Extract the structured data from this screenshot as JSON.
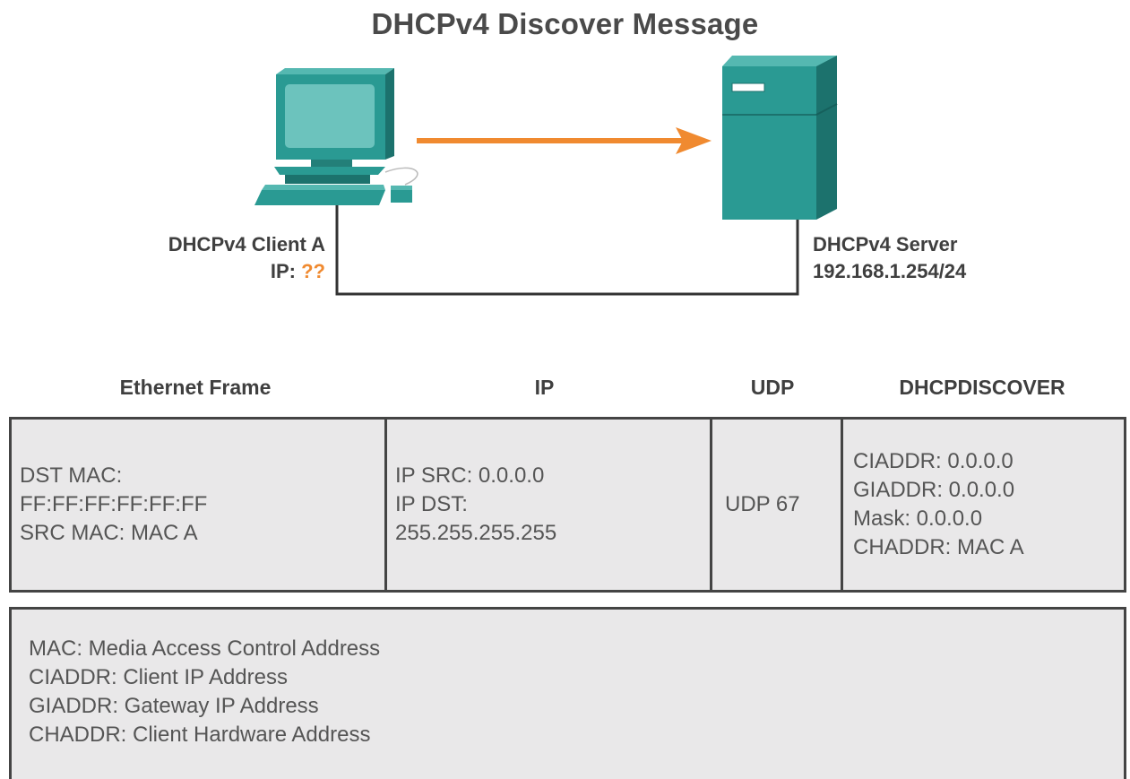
{
  "title": "DHCPv4 Discover Message",
  "client": {
    "name": "DHCPv4 Client A",
    "ip_prefix": "IP:",
    "ip_value": "??"
  },
  "server": {
    "name": "DHCPv4 Server",
    "address": "192.168.1.254/24"
  },
  "columns": {
    "ethernet": "Ethernet Frame",
    "ip": "IP",
    "udp": "UDP",
    "dhcp": "DHCPDISCOVER"
  },
  "cells": {
    "ethernet": [
      "DST MAC:",
      "FF:FF:FF:FF:FF:FF",
      "SRC MAC: MAC A"
    ],
    "ip": [
      "IP SRC: 0.0.0.0",
      "IP DST:",
      "255.255.255.255"
    ],
    "udp": [
      "UDP 67"
    ],
    "dhcp": [
      "CIADDR: 0.0.0.0",
      "GIADDR: 0.0.0.0",
      "Mask: 0.0.0.0",
      "CHADDR: MAC A"
    ]
  },
  "legend": [
    "MAC: Media Access Control Address",
    "CIADDR: Client IP Address",
    "GIADDR: Gateway IP Address",
    "CHADDR: Client Hardware Address"
  ],
  "colors": {
    "device_teal": "#2a9a93",
    "device_teal_dark": "#1c726d",
    "screen": "#6cc3bd",
    "arrow": "#f08a30",
    "accent_text": "#f08a30",
    "cell_fill": "#e9e8e9",
    "border": "#444444"
  },
  "icons": {
    "client": "desktop-computer-icon",
    "server": "server-tower-icon",
    "arrow": "arrow-right-icon"
  }
}
